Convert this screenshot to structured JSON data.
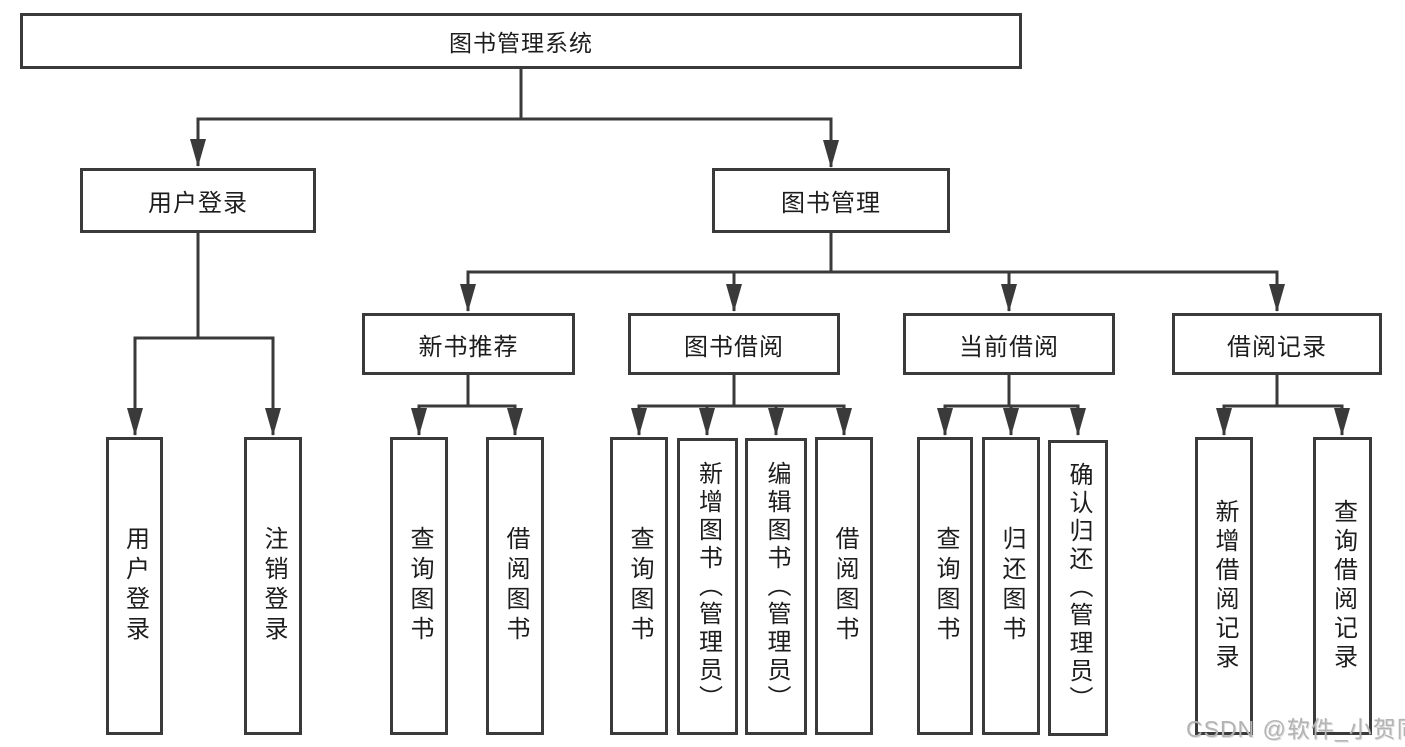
{
  "tree": {
    "root": {
      "label": "图书管理系统"
    },
    "branches": [
      {
        "label": "用户登录",
        "children": [
          {
            "label": "用户登录"
          },
          {
            "label": "注销登录"
          }
        ]
      },
      {
        "label": "图书管理",
        "sections": [
          {
            "label": "新书推荐",
            "children": [
              {
                "label": "查询图书"
              },
              {
                "label": "借阅图书"
              }
            ]
          },
          {
            "label": "图书借阅",
            "children": [
              {
                "label": "查询图书"
              },
              {
                "label": "新增图书（管理员）"
              },
              {
                "label": "编辑图书（管理员）"
              },
              {
                "label": "借阅图书"
              }
            ]
          },
          {
            "label": "当前借阅",
            "children": [
              {
                "label": "查询图书"
              },
              {
                "label": "归还图书"
              },
              {
                "label": "确认归还（管理员）"
              }
            ]
          },
          {
            "label": "借阅记录",
            "children": [
              {
                "label": "新增借阅记录"
              },
              {
                "label": "查询借阅记录"
              }
            ]
          }
        ]
      }
    ]
  },
  "colors": {
    "line": "#3a3a3a",
    "text": "#1d1d1d",
    "watermark": "#b4b4b4"
  },
  "watermark": {
    "text": "CSDN @软件_小贺同学"
  }
}
